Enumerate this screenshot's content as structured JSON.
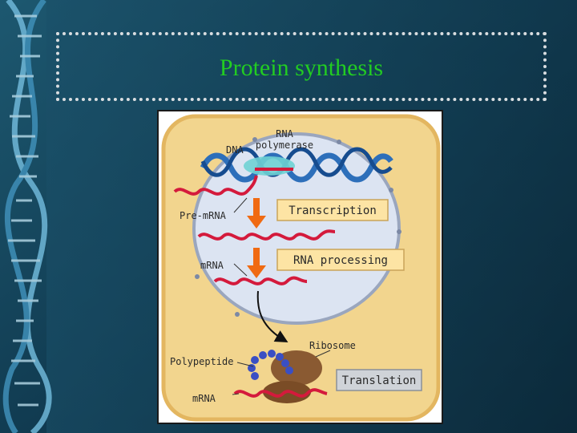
{
  "slide": {
    "title": "Protein synthesis"
  },
  "diagram": {
    "labels": {
      "rna_polymerase_line1": "RNA",
      "rna_polymerase_line2": "polymerase",
      "dna": "DNA",
      "pre_mrna": "Pre-mRNA",
      "mrna_nucleus": "mRNA",
      "ribosome": "Ribosome",
      "polypeptide": "Polypeptide",
      "mrna_cytoplasm": "mRNA"
    },
    "steps": {
      "transcription": "Transcription",
      "rna_processing": "RNA processing",
      "translation": "Translation"
    }
  },
  "colors": {
    "cell": "#f2d58e",
    "cell_border": "#e3b660",
    "nucleus": "#dce4f2",
    "nucleus_border": "#9aa6be",
    "dna": "#2d6fba",
    "rna": "#d41a3c",
    "arrow": "#f06a12",
    "step_box": "#fde4a4",
    "ribosome": "#8a5a32",
    "polypeptide": "#3a4fc4",
    "title": "#22cc22"
  }
}
